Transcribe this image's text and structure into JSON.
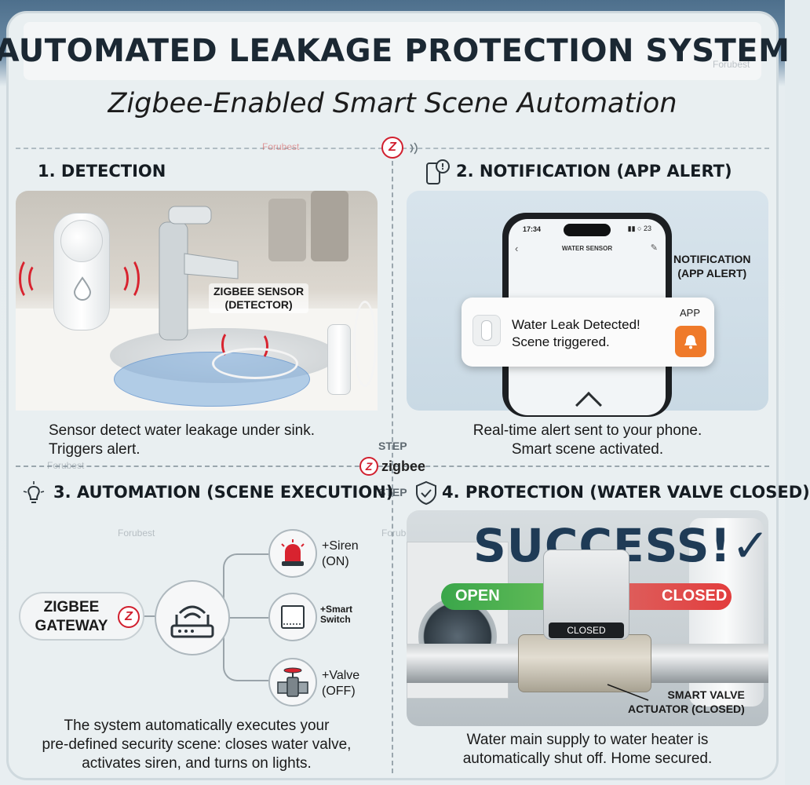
{
  "header": {
    "title": "AUTOMATED LEAKAGE PROTECTION SYSTEM",
    "subtitle": "Zigbee-Enabled Smart Scene Automation"
  },
  "colors": {
    "brand_red": "#d11f2e",
    "title_dark": "#1b2833",
    "open_green": "#3aa64a",
    "closed_red": "#e23d3d",
    "app_orange": "#ef7a2a",
    "alarm_red": "#d8232f"
  },
  "steps": {
    "detection": {
      "heading": "1. DETECTION",
      "callout": [
        "ZIGBEE SENSOR",
        "(DETECTOR)"
      ],
      "caption": [
        "Sensor detect water leakage under sink.",
        "Triggers alert."
      ]
    },
    "notification": {
      "heading": "2. NOTIFICATION (APP ALERT)",
      "phone": {
        "time": "17:34",
        "status": "▮▮ ○ 23",
        "screen_title": "WATER SENSOR",
        "back_glyph": "‹",
        "edit_glyph": "✎"
      },
      "notification_card": {
        "line1": "Water Leak Detected!",
        "line2": "Scene triggered.",
        "app_label": "APP"
      },
      "callout": [
        "NOTIFICATION",
        "(APP ALERT)"
      ],
      "caption": [
        "Real-time alert sent to your phone.",
        "Smart scene activated."
      ]
    },
    "automation": {
      "heading": "3. AUTOMATION (SCENE EXECUTION)",
      "gateway_label": [
        "ZIGBEE",
        "GATEWAY"
      ],
      "actions": [
        {
          "label": "+Siren",
          "state": "(ON)",
          "icon": "siren-icon"
        },
        {
          "label": "+Smart",
          "state": "Switch",
          "icon": "wall-switch-icon"
        },
        {
          "label": "+Valve",
          "state": "(OFF)",
          "icon": "valve-icon"
        }
      ],
      "caption": [
        "The system automatically executes your",
        "pre-defined security scene: closes water valve,",
        "activates siren, and turns on lights."
      ]
    },
    "protection": {
      "heading": "4. PROTECTION (WATER VALVE CLOSED)",
      "success": "SUCCESS!✓",
      "bar_open": "OPEN",
      "bar_closed": "CLOSED",
      "actuator_tag": "CLOSED",
      "callout": [
        "SMART VALVE",
        "ACTUATOR (CLOSED)"
      ],
      "caption": [
        "Water main supply to water heater is",
        "automatically shut off. Home secured."
      ]
    }
  },
  "center": {
    "step_label_top": "STEP",
    "step_label_bottom": "STEP",
    "zigbee_brand": "zigbee",
    "z_mark": "Z"
  },
  "watermark": "Forubest"
}
